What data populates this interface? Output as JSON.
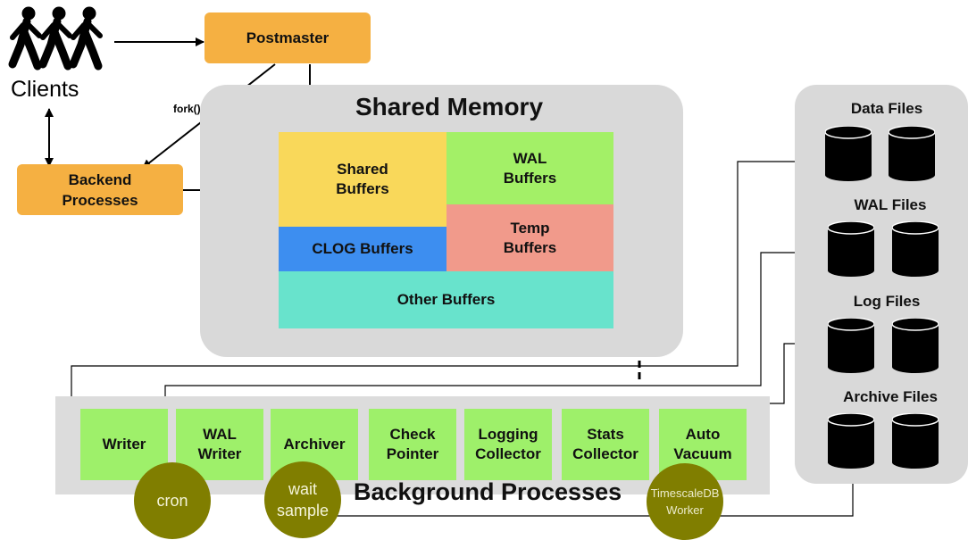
{
  "clients": {
    "label": "Clients"
  },
  "postmaster": {
    "label": "Postmaster"
  },
  "fork": {
    "label": "fork()"
  },
  "backend": {
    "line1": "Backend",
    "line2": "Processes"
  },
  "shared_memory": {
    "title": "Shared Memory",
    "buffers": {
      "shared": {
        "line1": "Shared",
        "line2": "Buffers"
      },
      "wal": {
        "line1": "WAL",
        "line2": "Buffers"
      },
      "temp": {
        "line1": "Temp",
        "line2": "Buffers"
      },
      "clog": "CLOG Buffers",
      "other": "Other Buffers"
    },
    "colors": {
      "shared": "#f9d85a",
      "wal": "#a3f067",
      "temp": "#f19a8b",
      "clog": "#3d8ef0",
      "other": "#68e3cc"
    }
  },
  "files": {
    "data": "Data Files",
    "wal": "WAL Files",
    "log": "Log Files",
    "archive": "Archive Files"
  },
  "background": {
    "title": "Background Processes",
    "processes": [
      {
        "line1": "Writer",
        "line2": ""
      },
      {
        "line1": "WAL",
        "line2": "Writer"
      },
      {
        "line1": "Archiver",
        "line2": ""
      },
      {
        "line1": "Check",
        "line2": "Pointer"
      },
      {
        "line1": "Logging",
        "line2": "Collector"
      },
      {
        "line1": "Stats",
        "line2": "Collector"
      },
      {
        "line1": "Auto",
        "line2": "Vacuum"
      }
    ]
  },
  "extensions": {
    "cron": "cron",
    "wait_sample": {
      "line1": "wait",
      "line2": "sample"
    },
    "timescale": {
      "line1": "TimescaleDB",
      "line2": "Worker"
    }
  },
  "icons": {
    "clients": "walking-people-icon",
    "storage": "database-cylinder-icon"
  }
}
